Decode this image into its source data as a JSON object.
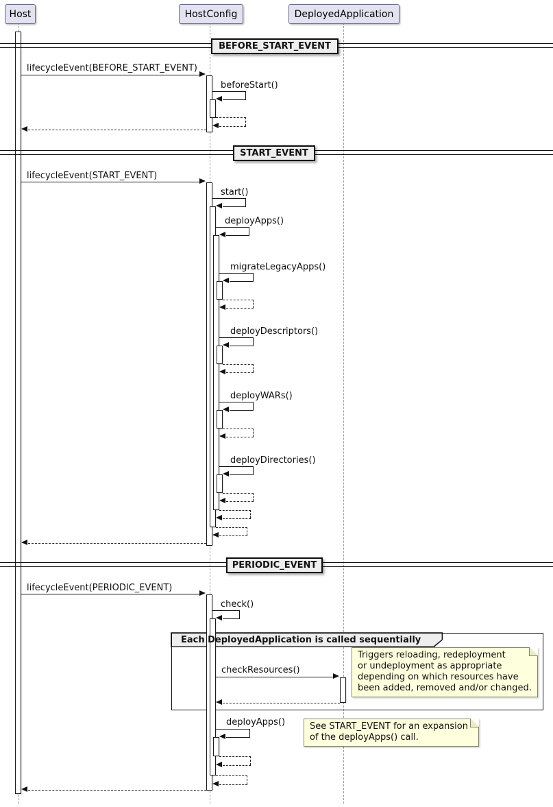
{
  "participants": [
    {
      "label": "Host"
    },
    {
      "label": "HostConfig"
    },
    {
      "label": "DeployedApplication"
    }
  ],
  "dividers": [
    {
      "label": "BEFORE_START_EVENT"
    },
    {
      "label": "START_EVENT"
    },
    {
      "label": "PERIODIC_EVENT"
    }
  ],
  "messages": {
    "m0": "lifecycleEvent(BEFORE_START_EVENT)",
    "m1": "beforeStart()",
    "m2": "lifecycleEvent(START_EVENT)",
    "m3": "start()",
    "m4": "deployApps()",
    "m5": "migrateLegacyApps()",
    "m6": "deployDescriptors()",
    "m7": "deployWARs()",
    "m8": "deployDirectories()",
    "m9": "lifecycleEvent(PERIODIC_EVENT)",
    "m10": "check()",
    "m11": "checkResources()",
    "m12": "deployApps()"
  },
  "group": {
    "label": "Each DeployedApplication is called sequentially"
  },
  "notes": {
    "resources": "Triggers reloading, redeployment\nor undeployment as appropriate\ndepending on which resources have\nbeen added, removed and/or changed.",
    "deploy_apps": "See START_EVENT for an expansion\nof the deployApps() call."
  },
  "colors": {
    "participant_fill": "#E2E2F0",
    "note_fill": "#FEFFDD",
    "panel_fill": "#EEEEEE",
    "line": "#151515",
    "lifeline": "#9A9A9A",
    "background": "#FFFFFF"
  }
}
